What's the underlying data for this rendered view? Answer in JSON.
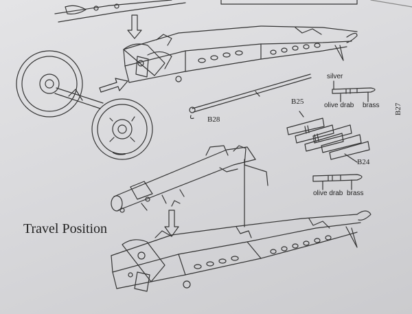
{
  "heading": "Travel Position",
  "parts": {
    "barrel_part": "B28",
    "shells_group_a": "B25",
    "shells_group_b": "B24",
    "side_label": "B27"
  },
  "color_callouts": {
    "silver": "silver",
    "olive_drab_1": "olive drab",
    "brass_1": "brass",
    "olive_drab_2": "olive drab",
    "brass_2": "brass"
  },
  "colors": {
    "paper": "#dcdcdf",
    "ink": "#222222"
  }
}
